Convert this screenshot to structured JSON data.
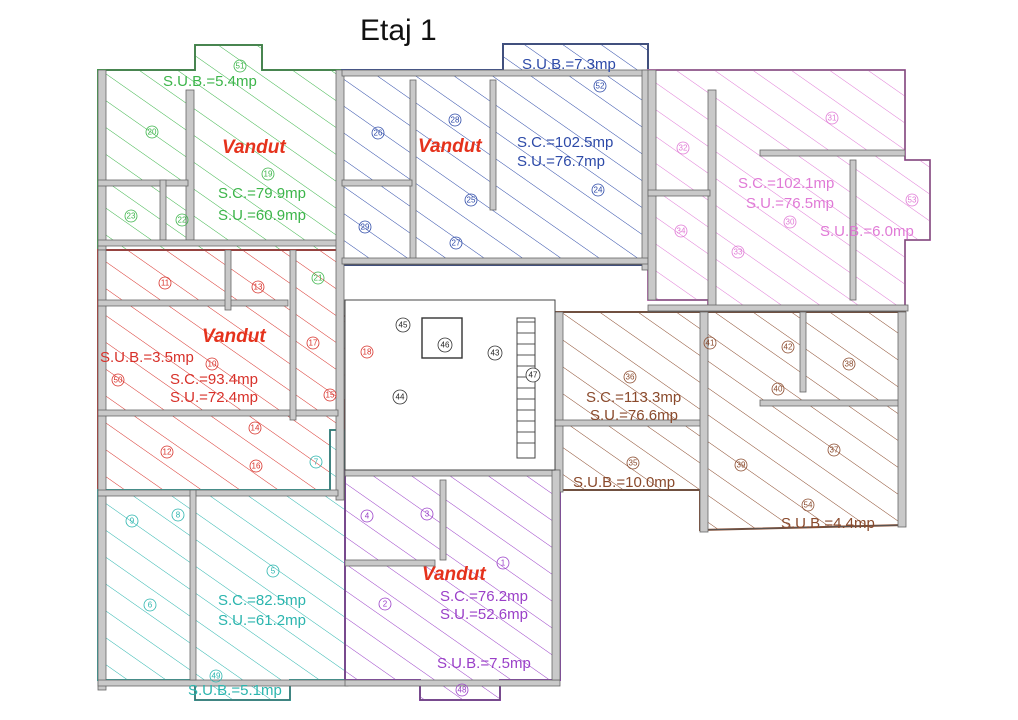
{
  "title": "Etaj 1",
  "colors": {
    "green": "#3cb54a",
    "blue": "#2d4aa8",
    "pink": "#e07ad6",
    "red": "#d8312a",
    "brown": "#8a4a2c",
    "cyan": "#2bb5ae",
    "purple": "#9a3fc8",
    "sold": "#e5321c"
  },
  "apartments": [
    {
      "id": "green",
      "sold": "Vandut",
      "sc": "S.C.=79.9mp",
      "su": "S.U.=60.9mp",
      "sub": "S.U.B.=5.4mp",
      "rooms": [
        "20",
        "19",
        "21",
        "22",
        "23",
        "51"
      ]
    },
    {
      "id": "blue",
      "sold": "Vandut",
      "sc": "S.C.=102.5mp",
      "su": "S.U.=76.7mp",
      "sub": "S.U.B.=7.3mp",
      "rooms": [
        "26",
        "28",
        "24",
        "25",
        "27",
        "29",
        "52"
      ]
    },
    {
      "id": "pink",
      "sold": "",
      "sc": "S.C.=102.1mp",
      "su": "S.U.=76.5mp",
      "sub": "S.U.B.=6.0mp",
      "rooms": [
        "32",
        "31",
        "30",
        "33",
        "34",
        "53"
      ]
    },
    {
      "id": "red",
      "sold": "Vandut",
      "sc": "S.C.=93.4mp",
      "su": "S.U.=72.4mp",
      "sub": "S.U.B.=3.5mp",
      "rooms": [
        "11",
        "13",
        "10",
        "17",
        "18",
        "15",
        "14",
        "12",
        "16",
        "50"
      ]
    },
    {
      "id": "brown",
      "sold": "",
      "sc": "S.C.=113.3mp",
      "su": "S.U.=76.6mp",
      "sub": "S.U.B.=10.0mp",
      "sub2": "S.U.B.=4.4mp",
      "rooms": [
        "36",
        "41",
        "42",
        "38",
        "40",
        "39",
        "37",
        "35",
        "54"
      ]
    },
    {
      "id": "cyan",
      "sold": "",
      "sc": "S.C.=82.5mp",
      "su": "S.U.=61.2mp",
      "sub": "S.U.B.=5.1mp",
      "rooms": [
        "7",
        "9",
        "8",
        "5",
        "6",
        "49"
      ]
    },
    {
      "id": "purple",
      "sold": "Vandut",
      "sc": "S.C.=76.2mp",
      "su": "S.U.=52.6mp",
      "sub": "S.U.B.=7.5mp",
      "rooms": [
        "4",
        "3",
        "1",
        "2",
        "48"
      ]
    }
  ],
  "common_rooms": [
    "45",
    "46",
    "43",
    "44",
    "47"
  ]
}
